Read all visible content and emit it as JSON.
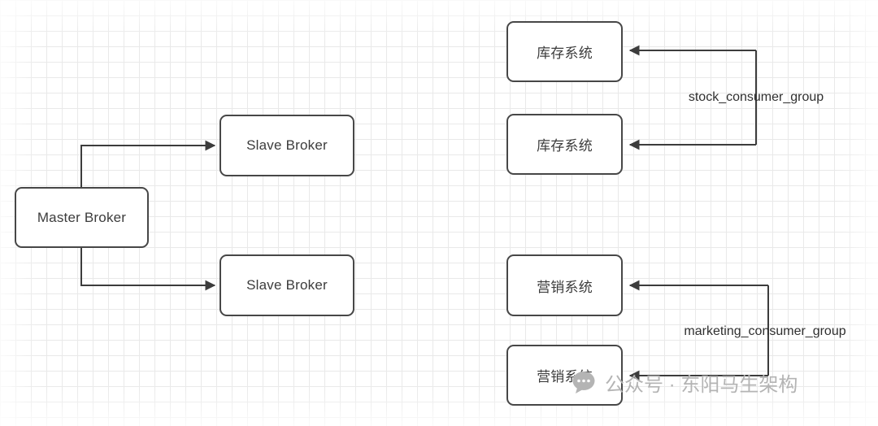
{
  "diagram": {
    "nodes": {
      "master": {
        "label": "Master Broker"
      },
      "slave_top": {
        "label": "Slave Broker"
      },
      "slave_bottom": {
        "label": "Slave Broker"
      },
      "stock_top": {
        "label": "库存系统"
      },
      "stock_bottom": {
        "label": "库存系统"
      },
      "marketing_top": {
        "label": "营销系统"
      },
      "marketing_bottom": {
        "label": "营销系统"
      }
    },
    "edge_labels": {
      "stock_group": "stock_consumer_group",
      "marketing_group": "marketing_consumer_group"
    },
    "watermark": "公众号 · 东阳马生架构",
    "colors": {
      "stroke": "#3c3c3c",
      "box_fill": "#ffffff",
      "grid": "#e9e9e9",
      "watermark": "#b4b4b4"
    }
  }
}
